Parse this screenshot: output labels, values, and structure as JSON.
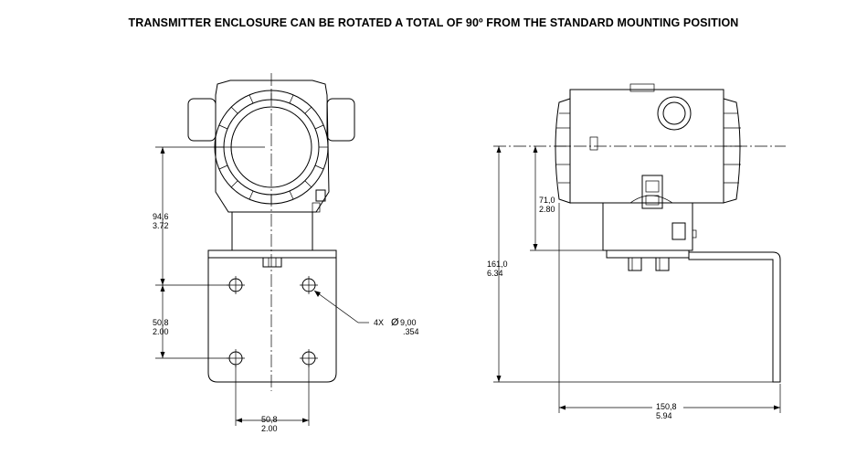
{
  "title": "TRANSMITTER ENCLOSURE CAN BE ROTATED A TOTAL OF 90º FROM THE STANDARD MOUNTING POSITION",
  "front_view": {
    "dim_height_mm": "94,6",
    "dim_height_in": "3.72",
    "dim_hole_vertical_mm": "50,8",
    "dim_hole_vertical_in": "2.00",
    "dim_hole_horizontal_mm": "50,8",
    "dim_hole_horizontal_in": "2.00",
    "holes_callout": "4X",
    "hole_diameter_symbol": "Ø",
    "hole_diameter_mm": "9,00",
    "hole_diameter_in": ".354"
  },
  "side_view": {
    "dim_upper_mm": "71,0",
    "dim_upper_in": "2.80",
    "dim_total_height_mm": "161,0",
    "dim_total_height_in": "6.34",
    "dim_width_mm": "150,8",
    "dim_width_in": "5.94"
  }
}
